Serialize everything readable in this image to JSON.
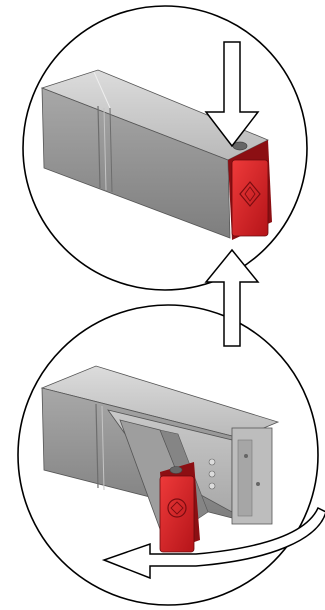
{
  "diagram": {
    "panels": [
      {
        "id": "panel-1",
        "subject": "usb-drive-closed-with-cap"
      },
      {
        "id": "panel-2",
        "subject": "usb-drive-cap-swiveled-open"
      }
    ],
    "arrows": [
      {
        "id": "press-arrow",
        "direction": "down"
      },
      {
        "id": "release-arrow",
        "direction": "up"
      },
      {
        "id": "rotate-arrow",
        "direction": "counterclockwise"
      }
    ],
    "colors": {
      "cap_red": "#d41f26",
      "body_gray": "#9a9a9a",
      "outline": "#000000",
      "arrow_fill": "#ffffff"
    }
  }
}
